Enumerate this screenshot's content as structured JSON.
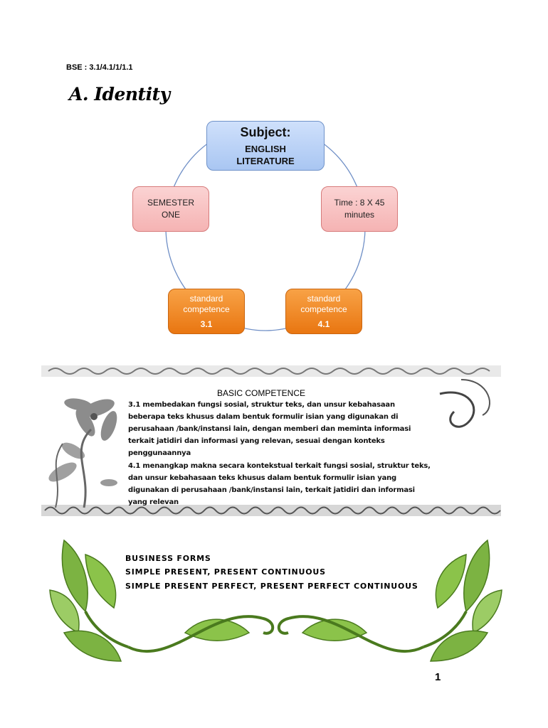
{
  "bse_code": "BSE : 3.1/4.1/1/1.1",
  "heading": "A. Identity",
  "cycle": {
    "subject_label": "Subject:",
    "subject_value_1": "ENGLISH",
    "subject_value_2": "LITERATURE",
    "semester_1": "SEMESTER",
    "semester_2": "ONE",
    "time_1": "Time : 8 X 45",
    "time_2": "minutes",
    "sc1_1": "standard",
    "sc1_2": "competence",
    "sc1_3": "3.1",
    "sc2_1": "standard",
    "sc2_2": "competence",
    "sc2_3": "4.1",
    "colors": {
      "blue": "#a9c6f2",
      "pink": "#f5b3b3",
      "orange": "#e97611"
    }
  },
  "basic_competence": {
    "title": "BASIC COMPETENCE",
    "lines": [
      "3.1 membedakan fungsi sosial, struktur teks, dan unsur kebahasaan",
      "beberapa teks khusus dalam bentuk formulir  isian yang digunakan di",
      "perusahaan /bank/instansi lain, dengan memberi dan meminta informasi",
      "terkait jatidiri dan informasi yang relevan, sesuai dengan konteks",
      "penggunaannya",
      "4.1 menangkap makna secara kontekstual terkait fungsi sosial, struktur teks,",
      "dan unsur kebahasaan teks khusus dalam bentuk formulir isian yang",
      "digunakan di perusahaan /bank/instansi lain, terkait jatidiri dan informasi",
      "yang relevan"
    ]
  },
  "topics": [
    "BUSINESS FORMS",
    "SIMPLE PRESENT, PRESENT CONTINUOUS",
    "SIMPLE PRESENT PERFECT, PRESENT PERFECT CONTINUOUS"
  ],
  "page_number": "1"
}
